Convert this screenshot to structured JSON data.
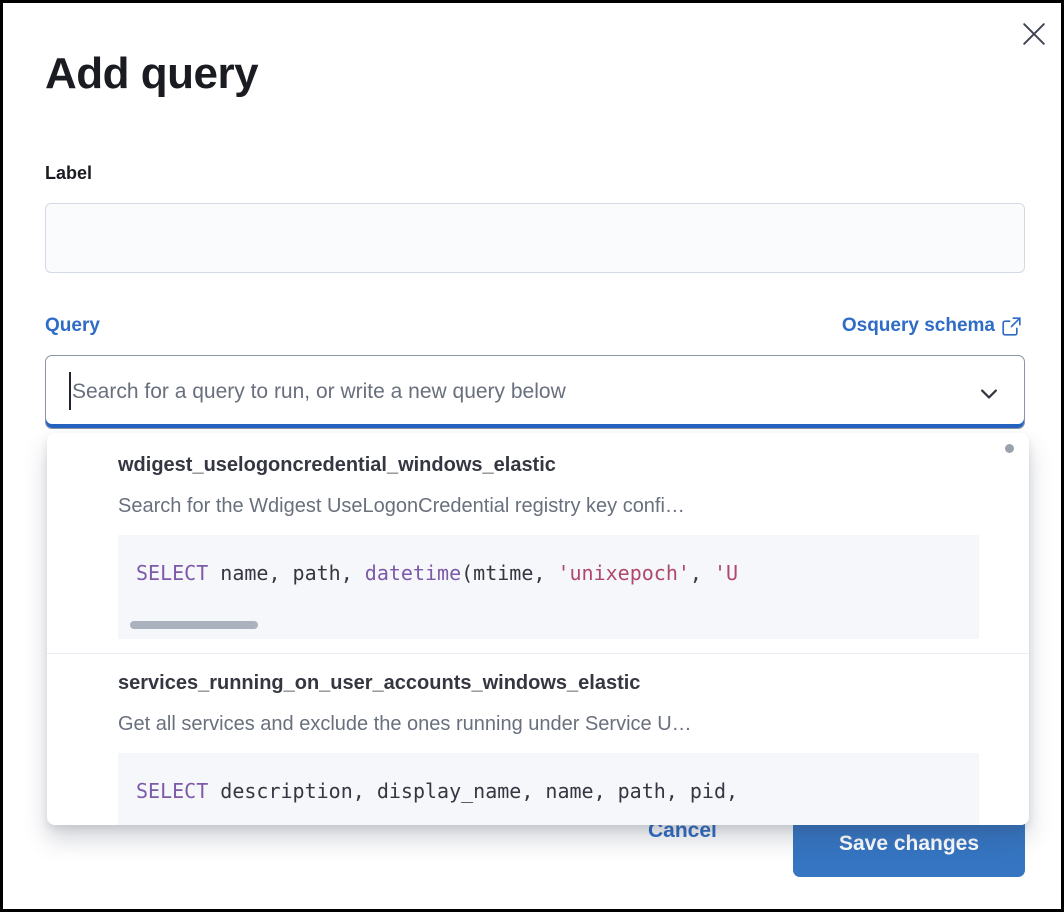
{
  "modal": {
    "title": "Add query"
  },
  "form": {
    "label_field": {
      "label": "Label",
      "value": ""
    },
    "query_field": {
      "label": "Query",
      "schema_link_label": "Osquery schema",
      "search_placeholder": "Search for a query to run, or write a new query below"
    }
  },
  "dropdown": {
    "items": [
      {
        "title": "wdigest_uselogoncredential_windows_elastic",
        "description": "Search for the Wdigest UseLogonCredential registry key confi…",
        "code_tokens": [
          {
            "text": "SELECT",
            "type": "keyword"
          },
          {
            "text": " name, path, ",
            "type": "plain"
          },
          {
            "text": "datetime",
            "type": "keyword"
          },
          {
            "text": "(mtime, ",
            "type": "plain"
          },
          {
            "text": "'unixepoch'",
            "type": "string"
          },
          {
            "text": ", ",
            "type": "plain"
          },
          {
            "text": "'U",
            "type": "string"
          }
        ]
      },
      {
        "title": "services_running_on_user_accounts_windows_elastic",
        "description": "Get all services and exclude the ones running under Service U…",
        "code_tokens": [
          {
            "text": "SELECT",
            "type": "keyword"
          },
          {
            "text": " description, display_name, name, path, pid,",
            "type": "plain"
          }
        ]
      }
    ]
  },
  "footer": {
    "cancel_label": "Cancel",
    "save_label": "Save changes"
  },
  "colors": {
    "link_blue": "#2e6cc5",
    "button_blue": "#3575c2",
    "focus_underline": "#2563c0",
    "title_dark": "#1a1c21",
    "text_dark": "#343741",
    "text_gray": "#69707d",
    "code_bg": "#f5f7fa",
    "keyword_purple": "#7c5aa8",
    "string_rose": "#b0486c"
  }
}
